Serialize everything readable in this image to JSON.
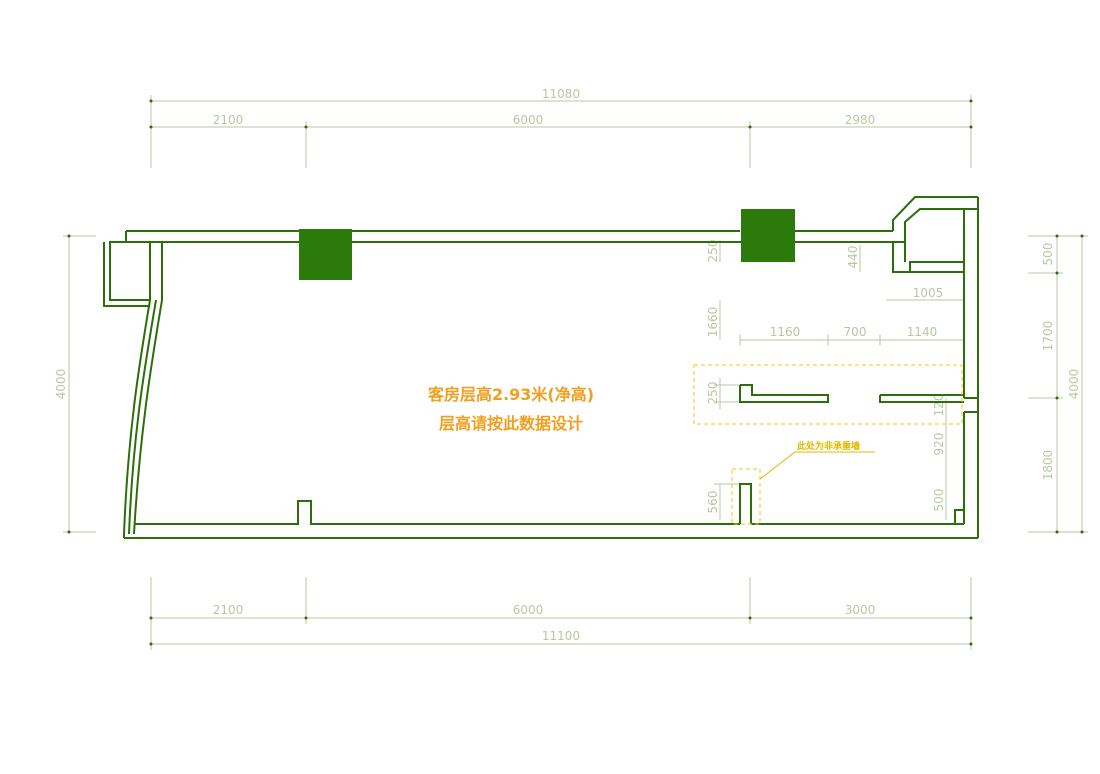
{
  "colors": {
    "wall": "#2b6e0a",
    "column": "#2b7a0b",
    "dimension": "#b7c8a4",
    "note": "#f0a020",
    "non_bearing": "#e6b800"
  },
  "dimensions": {
    "top_total": "11080",
    "top_left": "2100",
    "top_mid": "6000",
    "top_right": "2980",
    "bottom_left": "2100",
    "bottom_mid": "6000",
    "bottom_right": "3000",
    "bottom_total": "11100",
    "left_height": "4000",
    "right_top": "500",
    "right_mid": "1700",
    "right_total": "4000",
    "right_bottom": "1800",
    "inner_250_top": "250",
    "inner_440": "440",
    "inner_1005": "1005",
    "inner_1660": "1660",
    "inner_1160": "1160",
    "inner_700": "700",
    "inner_1140": "1140",
    "inner_250_mid": "250",
    "inner_120": "120",
    "inner_920": "920",
    "inner_560": "560",
    "inner_500": "500"
  },
  "notes": {
    "line1": "客房层高2.93米(净高)",
    "line2": "层高请按此数据设计",
    "non_bearing_wall": "此处为非承重墙"
  }
}
